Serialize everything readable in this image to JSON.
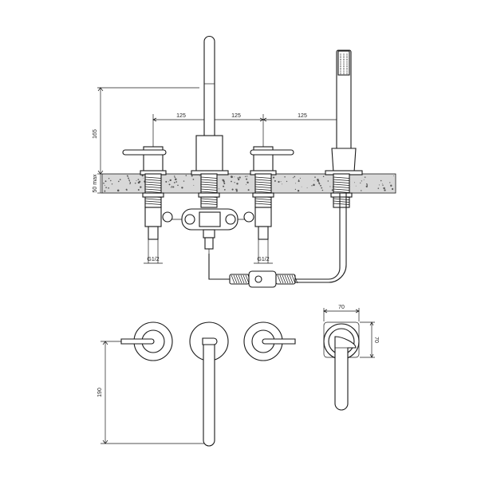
{
  "colors": {
    "line": "#1a1a1a",
    "countertop": "#d8d8d8",
    "background": "#ffffff"
  },
  "dimensions": {
    "spacing_1": "125",
    "spacing_2": "125",
    "spacing_3": "125",
    "spout_height": "165",
    "deck_thickness": "50 max",
    "thread_left": "G1/2",
    "thread_right": "G1/2",
    "plan_spout_reach": "190",
    "handset_width": "70",
    "handset_depth": "70"
  },
  "icons": {
    "spout": "spout-icon",
    "handle": "lever-handle-icon",
    "handshower": "hand-shower-icon",
    "hose": "hose-icon"
  }
}
